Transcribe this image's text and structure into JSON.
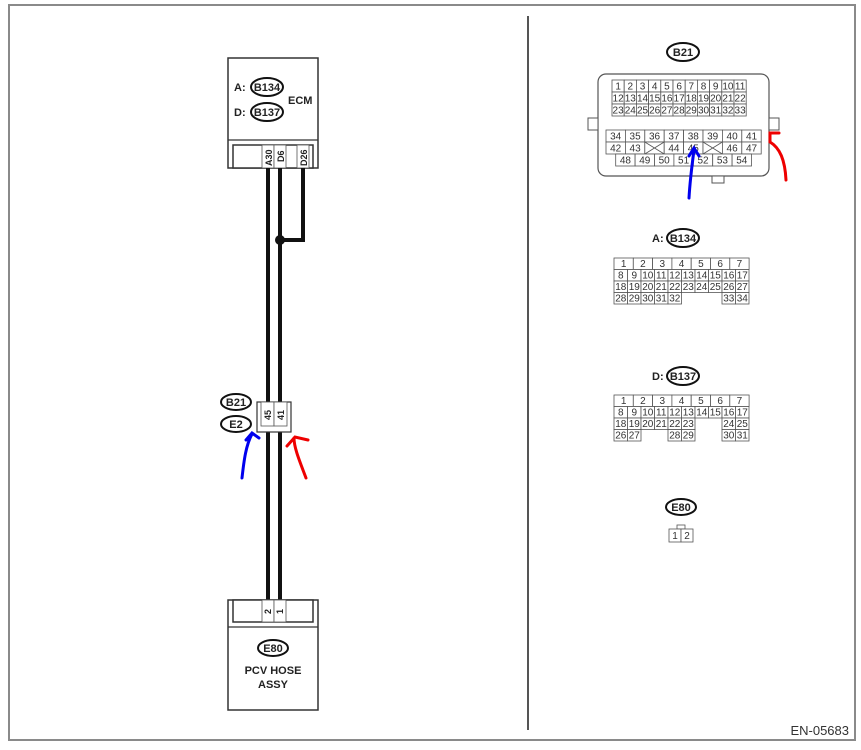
{
  "diagram_id": "EN-05683",
  "left_panel": {
    "ecm": {
      "name": "ECM",
      "connectors": [
        {
          "prefix": "A:",
          "id": "B134"
        },
        {
          "prefix": "D:",
          "id": "B137"
        }
      ],
      "pins": [
        "A30",
        "D6",
        "D26"
      ]
    },
    "junction": {
      "connectors": [
        "B21",
        "E2"
      ],
      "pins": [
        "45",
        "41"
      ]
    },
    "pcv": {
      "connector": "E80",
      "name_line1": "PCV HOSE",
      "name_line2": "ASSY",
      "pins": [
        "2",
        "1"
      ]
    },
    "annotations": [
      {
        "color": "#0000ee",
        "target": "B21 pin 45"
      },
      {
        "color": "#ee0000",
        "target": "B21 pin 41"
      }
    ]
  },
  "right_panel": {
    "b21": {
      "id": "B21",
      "upper_rows": [
        [
          "1",
          "2",
          "3",
          "4",
          "5",
          "6",
          "7",
          "8",
          "9",
          "10",
          "11"
        ],
        [
          "12",
          "13",
          "14",
          "15",
          "16",
          "17",
          "18",
          "19",
          "20",
          "21",
          "22"
        ],
        [
          "23",
          "24",
          "25",
          "26",
          "27",
          "28",
          "29",
          "30",
          "31",
          "32",
          "33"
        ]
      ],
      "lower_rows": [
        [
          "34",
          "35",
          "36",
          "37",
          "38",
          "39",
          "40",
          "41"
        ],
        [
          "42",
          "43",
          "X",
          "44",
          "45",
          "X",
          "46",
          "47"
        ],
        [
          "48",
          "49",
          "50",
          "51",
          "52",
          "53",
          "54"
        ]
      ]
    },
    "b134": {
      "prefix": "A:",
      "id": "B134",
      "top_row": [
        "1",
        "2",
        "3",
        "4",
        "5",
        "6",
        "7"
      ],
      "rows": [
        [
          "8",
          "9",
          "10",
          "11",
          "12",
          "13",
          "14",
          "15",
          "16",
          "17"
        ],
        [
          "18",
          "19",
          "20",
          "21",
          "22",
          "23",
          "24",
          "25",
          "26",
          "27"
        ],
        [
          "28",
          "29",
          "30",
          "31",
          "32",
          "",
          "",
          "",
          "33",
          "34"
        ]
      ]
    },
    "b137": {
      "prefix": "D:",
      "id": "B137",
      "top_row": [
        "1",
        "2",
        "3",
        "4",
        "5",
        "6",
        "7"
      ],
      "rows": [
        [
          "8",
          "9",
          "10",
          "11",
          "12",
          "13",
          "14",
          "15",
          "16",
          "17"
        ],
        [
          "18",
          "19",
          "20",
          "21",
          "22",
          "23",
          "",
          "",
          "24",
          "25"
        ],
        [
          "26",
          "27",
          "",
          "",
          "28",
          "29",
          "",
          "",
          "30",
          "31"
        ]
      ]
    },
    "e80": {
      "id": "E80",
      "pins": [
        "1",
        "2"
      ]
    }
  }
}
